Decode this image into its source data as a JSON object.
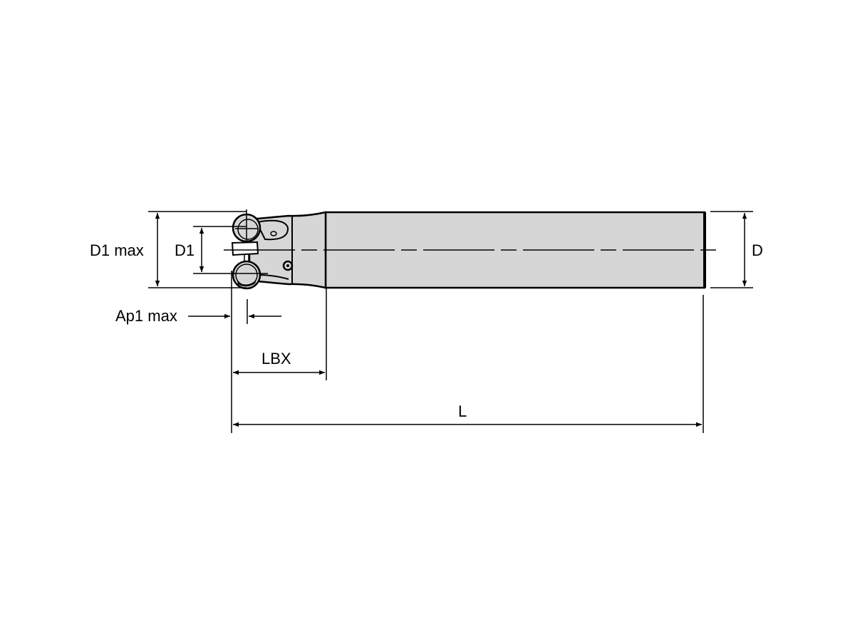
{
  "drawing": {
    "subject": "Indexable end mill (shank type) dimension drawing",
    "labels": {
      "d1_max": "D1 max",
      "d1": "D1",
      "d": "D",
      "ap1_max": "Ap1 max",
      "lbx": "LBX",
      "l": "L"
    },
    "colors": {
      "body_fill": "#d6d6d6",
      "line": "#000000",
      "background": "#ffffff"
    }
  }
}
